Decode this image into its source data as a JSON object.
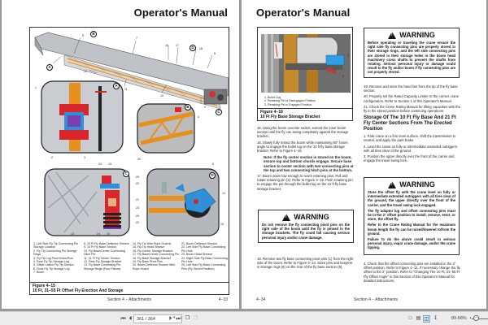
{
  "viewer": {
    "page_input": "361 / 364",
    "zoom_level": "89.68%",
    "toolbar": {
      "first_page": "first-page",
      "prev_page": "previous-page",
      "next_page": "next-page",
      "last_page": "last-page",
      "view_modes": [
        "single-page",
        "continuous",
        "two-page",
        "scroll"
      ]
    }
  },
  "left_page": {
    "header": "Operator's Manual",
    "figure": {
      "callouts": [
        "5",
        "B",
        "7",
        "16",
        "17",
        "D",
        "18",
        "8",
        "A",
        "12",
        "11",
        "10",
        "9",
        "C",
        "1",
        "A",
        "B",
        "4",
        "2",
        "3",
        "24",
        "19",
        "20",
        "C",
        "25",
        "22",
        "21",
        "23",
        "25",
        "22",
        "13",
        "24",
        "19",
        "6",
        "D",
        "14",
        "15"
      ],
      "legend": [
        [
          "1.  Left Side Fly Tip Connecting Pin Storage Location",
          "2.  Fly Tip Connecting Pin Storage Rings",
          "3.  Fly Tip Lug Pivot Holes/Pins",
          "4.  Rear Fly Tip Storage Lug",
          "5.  Offset Lattice Fly Tip Section",
          "6.  Front Fly Tip Storage Lug",
          "7.  Boom"
        ],
        [
          "8.  10 Ft Fly Base Deflector Sheave",
          "9.  10 Ft Fly Base Section",
          "10. Fly Base/Center Connecting Hitch Pin",
          "11. 21 Ft Fly Center Section",
          "12. Rear Fly Storage Bracket",
          "13. Fly Base Connecting Pin Storage Rings (Four Places)"
        ],
        [
          "14. Fly Tip Wire Rope Guards",
          "15. Fly Tip Head Sheave",
          "16. Fly Center Storage Bracket",
          "17. Fly Base/Center Connecting Pin",
          "18. Fly Base Storage Bracket",
          "19. Fly Base Pivot Pins",
          "20. Boom Deflector Sheave Wire Rope Guard"
        ],
        [
          "21. Boom Deflector Sheave",
          "22. Left Side Fly Base Connecting Pin Hole",
          "23. Boom Head Sheave",
          "24. Right Side Fly Base Connecting Pin Hole",
          "25. Left Side Fly Base Connecting Pins (Fly Stored Position)"
        ]
      ],
      "caption_number": "Figure 4−15",
      "caption_title": "10 Ft, 31−55 Ft Offset Fly Erection And Storage"
    },
    "footer_section": "Section 4 − Attachments",
    "footer_page": "4−33"
  },
  "right_page": {
    "header": "Operator's Manual",
    "figure": {
      "callouts": [
        "1",
        "2",
        "3"
      ],
      "legend": [
        "1.  Bullet Lug",
        "2.  Retaining Pin in Disengaged Position",
        "3.  Retaining Pin in Engaged Position"
      ],
      "caption_number": "Figure 4−16",
      "caption_title": "10 Ft Fly Base Storage Bracket"
    },
    "col1": {
      "step15": "15. Using the boom override switch, extend the inner boom section until the fly can swing completely against the storage bracket.",
      "step16": "16. Slowly fully retract the boom while maintaining 50° boom angle to engage the bullet lug on the 10 ft fly base storage bracket. Refer to Figure 4−15.",
      "note": "Note: If the fly center section is stored on the boom, ensure top and bottom chords engage. Secure base section to center section with two connecting pins at the top and two connecting hitch pins at the bottom.",
      "step17": "17. Boom down low enough to reach retaining pins. Pull and rotate retaining pin (3). Refer to Figure 4−16. Push retaining pin to engage the pin through the bullet lug on the 10 ft fly base storage bracket.",
      "warning_label": "WARNING",
      "warning_text": "Do not remove the fly connecting pivot pins on the right side of the boom until the fly is pinned in the storage brackets. The fly could fall causing serious personal injury and/or crane damage.",
      "step18": "18. Remove two fly base connecting pivot pins (1) from the right side of the boom. Refer to Figure 4−13. Store pins and keepers in storage rings (6) on the rear of the fly base section (9)."
    },
    "col2": {
      "warning1_label": "WARNING",
      "warning1_text": "Before operating or traveling the crane ensure the right side fly connecting pins are properly stored in their storage rings, and the left side connecting pins are stored in their storage holes in the boom head machinery cross shafts to prevent the shafts from rotating. Serious personal injury or damage could result to the fly and/or boom if fly connecting pins are not properly stored.",
      "step19": "19. Remove and store the hand line from the tip of the fly base section.",
      "step20": "20. Properly set the Rated Capacity Limiter to the correct crane configuration. Refer to Section 1 of this Operator's Manual.",
      "step21": "21. Check the Crane Rating Manual for lifting capacities with the fly in the stored position before continuing operations.",
      "section_heading": "Storage Of The 10 Ft Fly Base And 21 Ft Fly Center Sections From The Erected Position",
      "s1": "1.  Park crane on a firm level surface, shift the transmission to neutral, and apply the park brake.",
      "s2": "2.  Level the crane on fully or intermediate extended outriggers with all tires clear of the ground.",
      "s3": "3.  Position the upper directly over the front of the carrier and engage the travel swing lock.",
      "warning2_label": "WARNING",
      "warning2_p1": "Store the offset fly with the crane level on fully or intermediate extended outriggers with all tires clear of the ground, the upper directly over the front of the carrier, and the travel swing lock engaged.",
      "warning2_p2": "The fly adaptor lug and offset connecting pins must be in the 2° offset position to install, remove, erect, or store, the offset fly.",
      "warning2_p3": "Refer to the Crane Rating Manual for the maximum boom length the fly can be raised/lowered to/from the ground.",
      "warning2_p4": "Failure to do the above could result in serious personal injury, major crane damage, and/or the crane tipping.",
      "s4": "4.  Check that the offset connecting pins are installed in the 2° offset position. Refer to Figure 4−14. If necessary change the fly offset to the 2° position. Refer to “Changing The 10 Ft, 31−55 Ft Fly Offset Angle” in this Section of this Operator's Manual for detailed instructions."
    },
    "footer_page": "4−34",
    "footer_section": "Section 4 − Attachments"
  },
  "colors": {
    "boom_gray": "#b9bdc2",
    "lattice_orange": "#e8901e",
    "pin_red": "#d8262a",
    "bracket_blue": "#2f8fd8",
    "viewer_bg": "#9a9a9a",
    "toolbar_bg": "#ececec"
  }
}
